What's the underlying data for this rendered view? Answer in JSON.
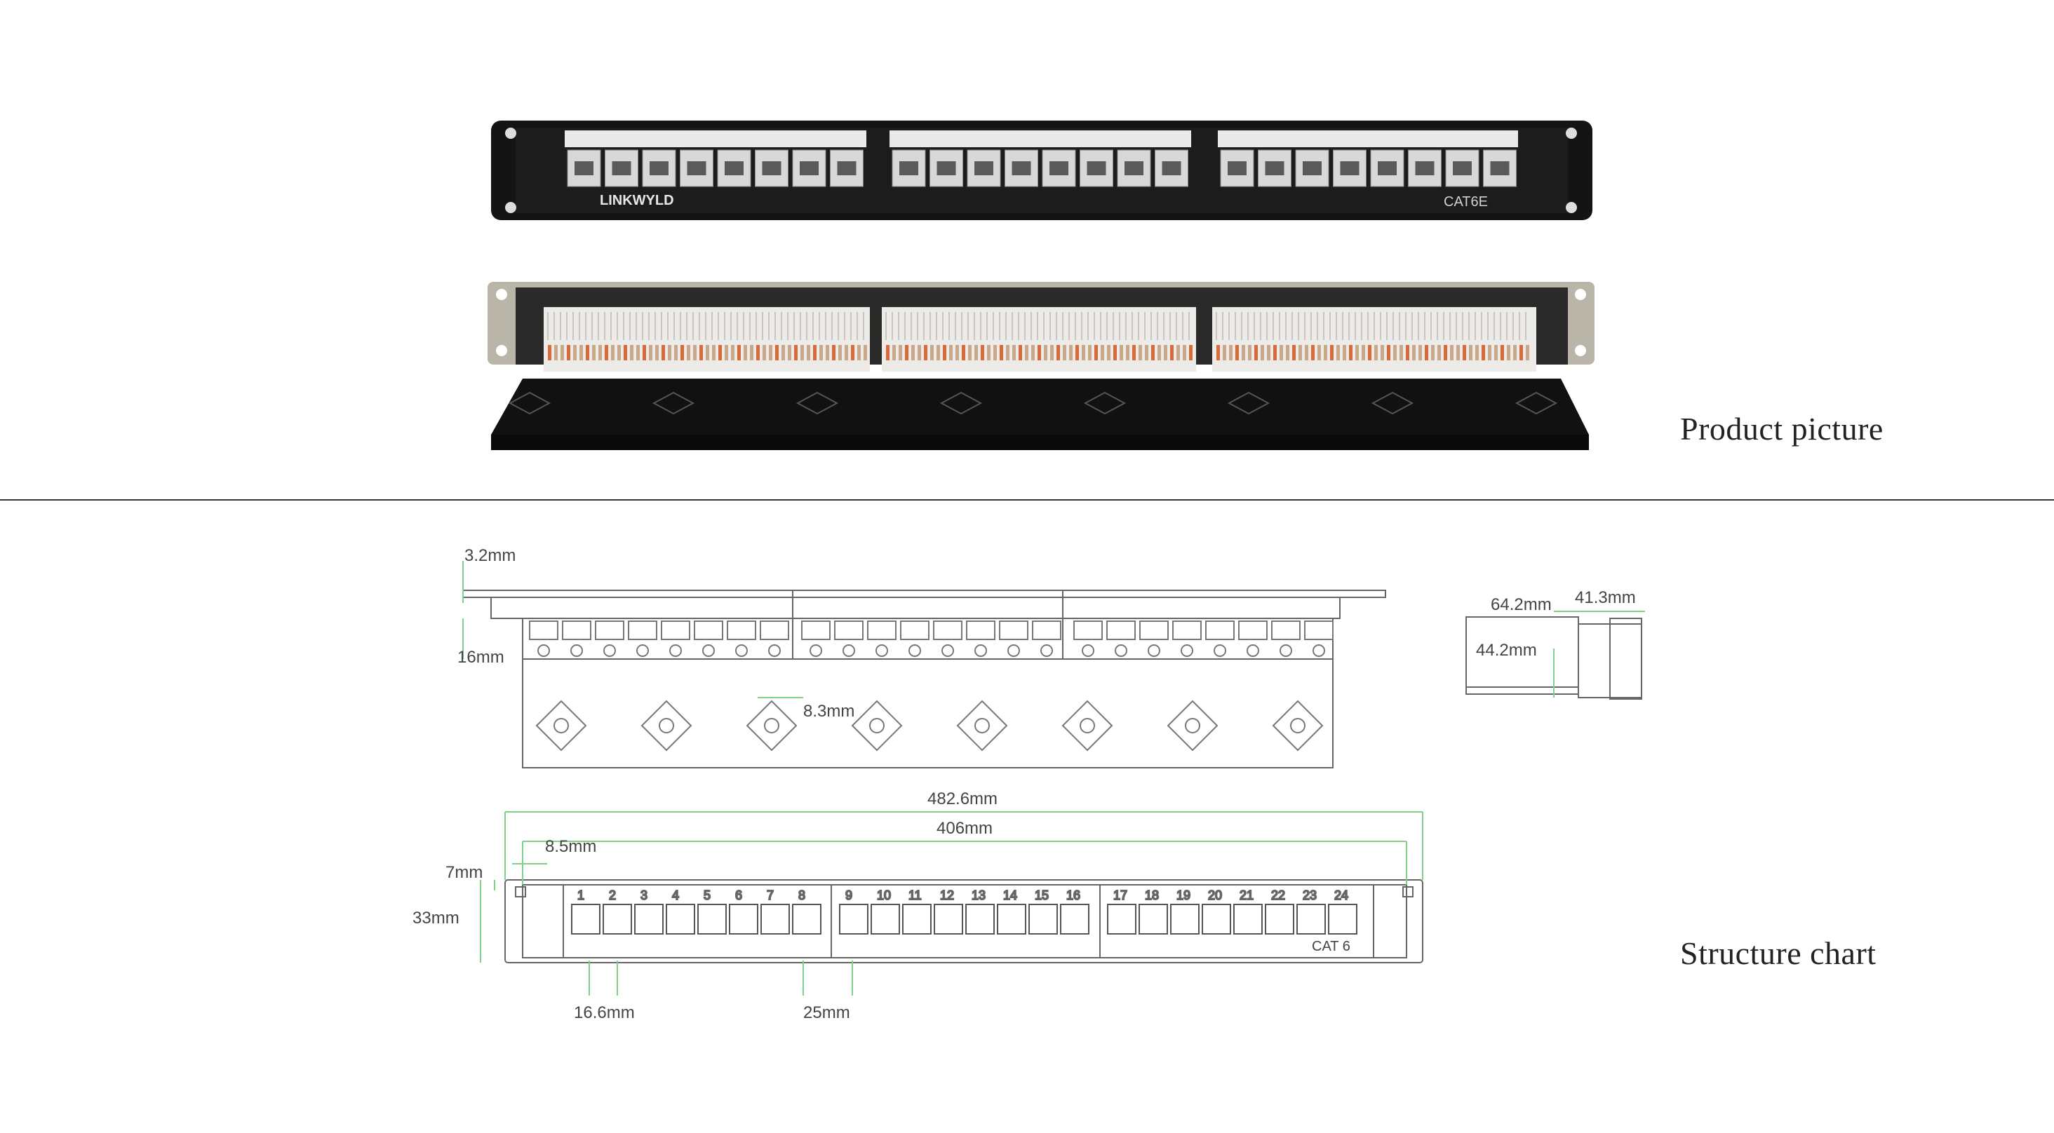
{
  "captions": {
    "product": "Product picture",
    "structure": "Structure chart"
  },
  "product_photo": {
    "brand_text": "LINKWYLD",
    "category_text": "CAT6E",
    "port_count": 24
  },
  "structure": {
    "side_view": {
      "top_thickness": "3.2mm",
      "port_height": "16mm",
      "pitch": "8.3mm"
    },
    "module_view": {
      "depth": "64.2mm",
      "width": "41.3mm",
      "height": "44.2mm"
    },
    "front_view": {
      "overall_width": "482.6mm",
      "body_width": "406mm",
      "edge_offset": "8.5mm",
      "top_offset": "7mm",
      "height": "33mm",
      "port_width": "16.6mm",
      "gap": "25mm",
      "port_labels": [
        "1",
        "2",
        "3",
        "4",
        "5",
        "6",
        "7",
        "8",
        "9",
        "10",
        "11",
        "12",
        "13",
        "14",
        "15",
        "16",
        "17",
        "18",
        "19",
        "20",
        "21",
        "22",
        "23",
        "24"
      ],
      "category_text": "CAT 6"
    }
  }
}
